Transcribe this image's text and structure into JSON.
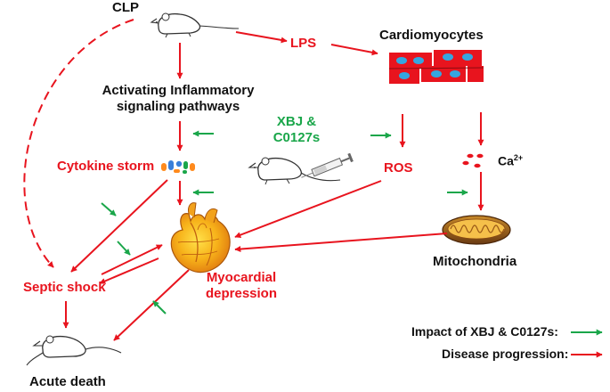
{
  "colors": {
    "disease": "#e8141e",
    "treatment": "#1aa64a",
    "text": "#111111"
  },
  "nodes": {
    "clp": "CLP",
    "lps": "LPS",
    "cardiomyocytes": "Cardiomyocytes",
    "inflammatory_line1": "Activating Inflammatory",
    "inflammatory_line2": "signaling  pathways",
    "treatment_line1": "XBJ &",
    "treatment_line2": "C0127s",
    "cytokine_storm": "Cytokine storm",
    "ros": "ROS",
    "calcium": "Ca",
    "calcium_charge": "2+",
    "mitochondria": "Mitochondria",
    "septic_shock": "Septic shock",
    "myocardial_line1": "Myocardial",
    "myocardial_line2": "depression",
    "acute_death": "Acute death"
  },
  "legend": {
    "treatment_label": "Impact of XBJ & C0127s:",
    "disease_label": "Disease progression:"
  },
  "icons": [
    "mouse-icon",
    "cardiomyocytes-icon",
    "cytokine-icon",
    "syringe-icon",
    "calcium-icon",
    "heart-icon",
    "mitochondria-icon"
  ]
}
